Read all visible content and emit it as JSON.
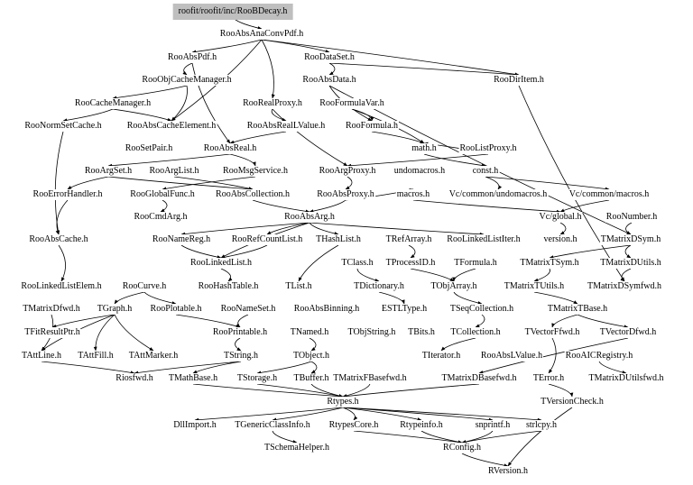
{
  "title": "roofit/roofit/inc/RooBDecay.h",
  "nodes": [
    "roofit/roofit/inc/RooBDecay.h",
    "RooAbsAnaConvPdf.h",
    "RooAbsPdf.h",
    "RooDataSet.h",
    "RooDirItem.h",
    "RooObjCacheManager.h",
    "RooAbsData.h",
    "RooCacheManager.h",
    "RooRealProxy.h",
    "RooFormulaVar.h",
    "RooNormSetCache.h",
    "RooAbsCacheElement.h",
    "RooAbsRealLValue.h",
    "RooFormula.h",
    "RooSetPair.h",
    "RooAbsReal.h",
    "math.h",
    "RooListProxy.h",
    "RooArgSet.h",
    "RooArgList.h",
    "RooMsgService.h",
    "RooArgProxy.h",
    "undomacros.h",
    "const.h",
    "RooErrorHandler.h",
    "RooGlobalFunc.h",
    "RooAbsCollection.h",
    "RooAbsProxy.h",
    "macros.h",
    "Vc/common/undomacros.h",
    "Vc/common/macros.h",
    "RooCmdArg.h",
    "RooAbsArg.h",
    "Vc/global.h",
    "RooNumber.h",
    "RooAbsCache.h",
    "RooNameReg.h",
    "RooRefCountList.h",
    "THashList.h",
    "TRefArray.h",
    "RooLinkedListIter.h",
    "version.h",
    "TMatrixDSym.h",
    "RooLinkedList.h",
    "TClass.h",
    "TProcessID.h",
    "TFormula.h",
    "TMatrixTSym.h",
    "TMatrixDUtils.h",
    "RooLinkedListElem.h",
    "RooCurve.h",
    "RooHashTable.h",
    "TList.h",
    "TDictionary.h",
    "TObjArray.h",
    "TMatrixTUtils.h",
    "TMatrixDSymfwd.h",
    "TMatrixDfwd.h",
    "TGraph.h",
    "RooPlotable.h",
    "RooNameSet.h",
    "RooAbsBinning.h",
    "ESTLType.h",
    "TSeqCollection.h",
    "TMatrixTBase.h",
    "TFitResultPtr.h",
    "RooPrintable.h",
    "TNamed.h",
    "TObjString.h",
    "TBits.h",
    "TCollection.h",
    "TVectorFfwd.h",
    "TVectorDfwd.h",
    "TAttLine.h",
    "TAttFill.h",
    "TAttMarker.h",
    "TString.h",
    "TObject.h",
    "TIterator.h",
    "RooAbsLValue.h",
    "RooAICRegistry.h",
    "Riosfwd.h",
    "TMathBase.h",
    "TStorage.h",
    "TBuffer.h",
    "TMatrixFBasefwd.h",
    "TMatrixDBasefwd.h",
    "TError.h",
    "TMatrixDUtilsfwd.h",
    "Rtypes.h",
    "TVersionCheck.h",
    "DllImport.h",
    "TGenericClassInfo.h",
    "RtypesCore.h",
    "Rtypeinfo.h",
    "snprintf.h",
    "strlcpy.h",
    "TSchemaHelper.h",
    "RConfig.h",
    "RVersion.h"
  ],
  "edges": [
    [
      0,
      1
    ],
    [
      1,
      2
    ],
    [
      1,
      3
    ],
    [
      1,
      8
    ],
    [
      1,
      11
    ],
    [
      1,
      4
    ],
    [
      2,
      5
    ],
    [
      2,
      15
    ],
    [
      3,
      6
    ],
    [
      3,
      4
    ],
    [
      5,
      7
    ],
    [
      5,
      11
    ],
    [
      7,
      10
    ],
    [
      7,
      11
    ],
    [
      6,
      13
    ],
    [
      6,
      42
    ],
    [
      8,
      12
    ],
    [
      8,
      21
    ],
    [
      9,
      16
    ],
    [
      9,
      13
    ],
    [
      12,
      15
    ],
    [
      15,
      18
    ],
    [
      15,
      20
    ],
    [
      13,
      16
    ],
    [
      17,
      21
    ],
    [
      17,
      16
    ],
    [
      16,
      23
    ],
    [
      23,
      29
    ],
    [
      23,
      30
    ],
    [
      21,
      27
    ],
    [
      27,
      28
    ],
    [
      27,
      32
    ],
    [
      18,
      24
    ],
    [
      18,
      26
    ],
    [
      19,
      26
    ],
    [
      20,
      25
    ],
    [
      25,
      31
    ],
    [
      26,
      32
    ],
    [
      30,
      33
    ],
    [
      33,
      41
    ],
    [
      28,
      33
    ],
    [
      32,
      36
    ],
    [
      32,
      37
    ],
    [
      32,
      38
    ],
    [
      32,
      43
    ],
    [
      36,
      43
    ],
    [
      37,
      43
    ],
    [
      38,
      52
    ],
    [
      43,
      51
    ],
    [
      34,
      42
    ],
    [
      42,
      48
    ],
    [
      42,
      47
    ],
    [
      47,
      55
    ],
    [
      48,
      56
    ],
    [
      55,
      64
    ],
    [
      54,
      63
    ],
    [
      63,
      70
    ],
    [
      64,
      71
    ],
    [
      64,
      72
    ],
    [
      50,
      58
    ],
    [
      50,
      59
    ],
    [
      58,
      65
    ],
    [
      58,
      73
    ],
    [
      58,
      74
    ],
    [
      58,
      75
    ],
    [
      59,
      66
    ],
    [
      60,
      66
    ],
    [
      66,
      76
    ],
    [
      67,
      77
    ],
    [
      70,
      78
    ],
    [
      77,
      84
    ],
    [
      77,
      83
    ],
    [
      76,
      81
    ],
    [
      76,
      82
    ],
    [
      53,
      62
    ],
    [
      44,
      53
    ],
    [
      45,
      54
    ],
    [
      80,
      88
    ],
    [
      89,
      91
    ],
    [
      89,
      92
    ],
    [
      89,
      93
    ],
    [
      89,
      94
    ],
    [
      89,
      95
    ],
    [
      89,
      96
    ],
    [
      92,
      97
    ],
    [
      93,
      98
    ],
    [
      94,
      98
    ],
    [
      95,
      98
    ],
    [
      96,
      98
    ],
    [
      98,
      99
    ],
    [
      90,
      99
    ],
    [
      85,
      89
    ],
    [
      86,
      89
    ],
    [
      87,
      90
    ],
    [
      73,
      81
    ],
    [
      4,
      56
    ],
    [
      32,
      40
    ],
    [
      46,
      54
    ],
    [
      39,
      45
    ],
    [
      71,
      87
    ],
    [
      72,
      86
    ],
    [
      82,
      89
    ],
    [
      83,
      89
    ],
    [
      84,
      89
    ],
    [
      24,
      35
    ],
    [
      10,
      35
    ],
    [
      35,
      49
    ],
    [
      57,
      73
    ]
  ]
}
